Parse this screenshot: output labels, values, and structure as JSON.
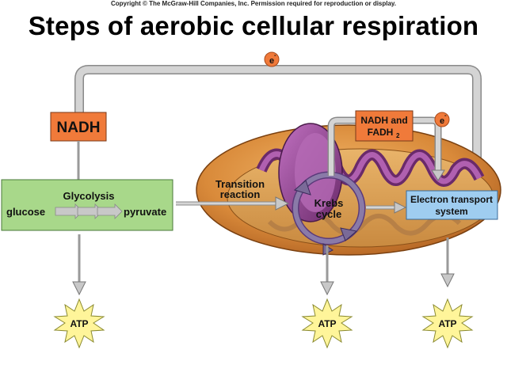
{
  "copyright": "Copyright © The McGraw-Hill Companies, Inc. Permission required for reproduction or display.",
  "title": "Steps of aerobic cellular respiration",
  "electron_symbol": "e",
  "electron_charge": "-",
  "nadh_label": "NADH",
  "nadh_fadh2_line1": "NADH and",
  "nadh_fadh2_line2": "FADH",
  "nadh_fadh2_subscript": "2",
  "glycolysis": {
    "title": "Glycolysis",
    "input": "glucose",
    "output": "pyruvate"
  },
  "transition_line1": "Transition",
  "transition_line2": "reaction",
  "krebs_line1": "Krebs",
  "krebs_line2": "cycle",
  "etc_line1": "Electron transport",
  "etc_line2": "system",
  "atp_labels": [
    "ATP",
    "ATP",
    "ATP"
  ],
  "colors": {
    "nadh_box": "#f07a3a",
    "glycolysis_box": "#a8d88a",
    "etc_box": "#9fcdf0",
    "arrow_gray": "#c8c8c8",
    "mito_outer": "#d98a3a",
    "cristae": "#8a3a8a",
    "atp_burst": "#fff59a"
  }
}
